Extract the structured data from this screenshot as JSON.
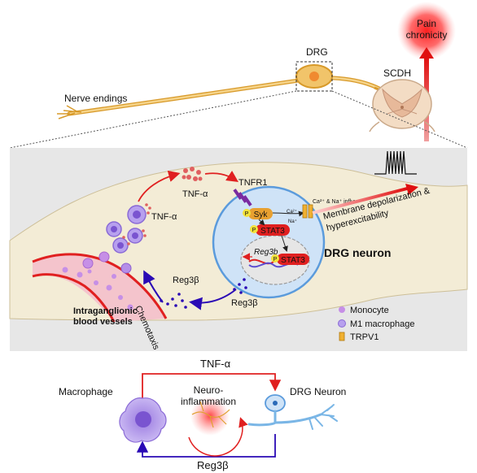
{
  "top": {
    "pain_line1": "Pain",
    "pain_line2": "chronicity",
    "drg": "DRG",
    "scdh": "SCDH",
    "nerve_endings": "Nerve endings"
  },
  "middle": {
    "tnf_alpha_top": "TNF-α",
    "tnf_alpha_left": "TNF-α",
    "tnfr1": "TNFR1",
    "syk": "Syk",
    "p": "P",
    "stat3": "STAT3",
    "reg3b_gene": "Reg3b",
    "ion_label": "Ca²⁺ & Na⁺ influx",
    "ca": "Ca²⁺",
    "na": "Na⁺",
    "membrane_line1": "Membrane depolarization &",
    "membrane_line2": "hyperexcitability",
    "drg_neuron": "DRG neuron",
    "chemotaxis": "Chemotaxis",
    "reg3beta_mid": "Reg3β",
    "reg3beta_right": "Reg3β",
    "vessels_line1": "Intraganglionic",
    "vessels_line2": "blood vessels"
  },
  "legend": {
    "monocyte": "Monocyte",
    "m1": "M1 macrophage",
    "trpv1": "TRPV1"
  },
  "bottom": {
    "tnf_alpha": "TNF-α",
    "macrophage": "Macrophage",
    "drg_neuron": "DRG Neuron",
    "neuro_line1": "Neuro-",
    "neuro_line2": "inflammation",
    "reg3beta": "Reg3β"
  },
  "colors": {
    "red": "#e02020",
    "blue_arrow": "#2a0ab5",
    "cell_blue": "#5b9bdc",
    "nerve_gold": "#e0a030",
    "tissue": "#f3ecd6",
    "panel_bg": "#e7e7e7"
  }
}
